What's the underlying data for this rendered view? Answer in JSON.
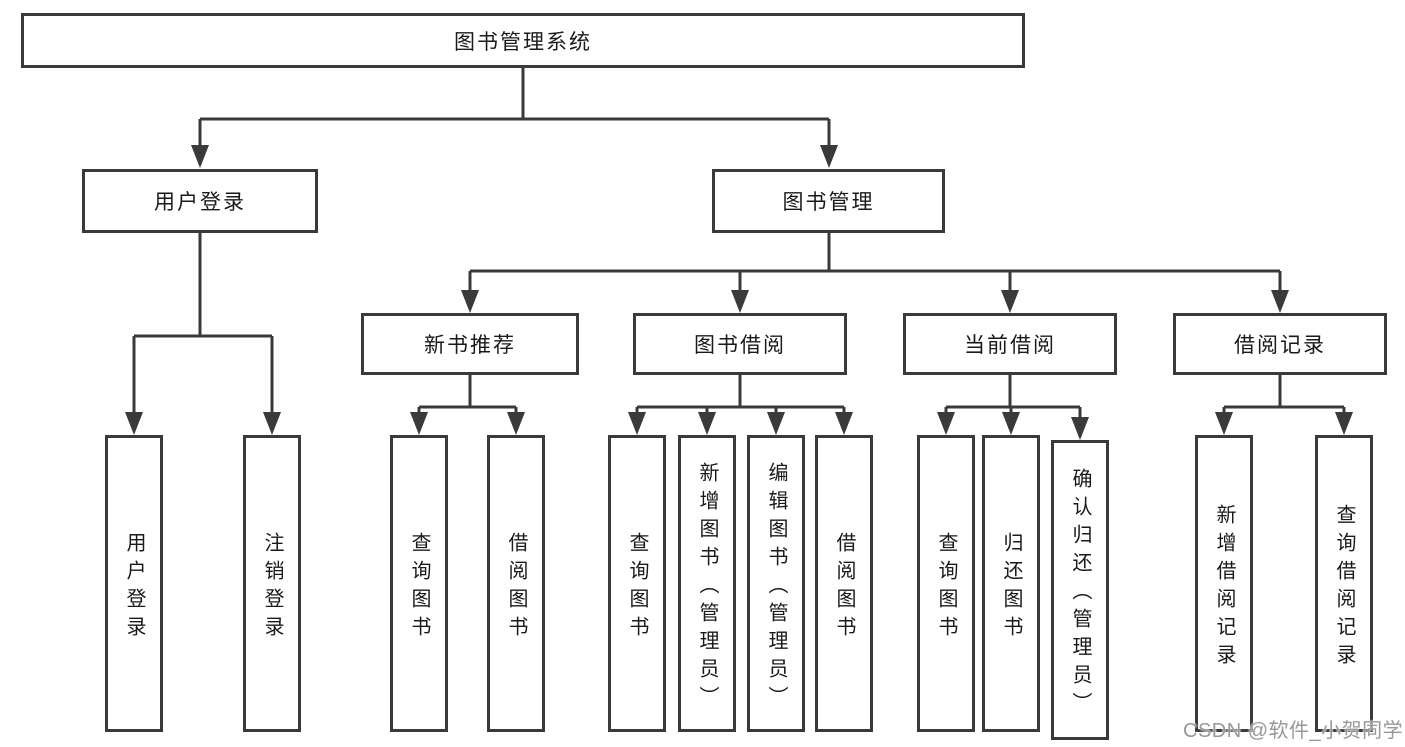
{
  "colors": {
    "line": "#3a3a3a",
    "text": "#1a1a1a",
    "box_bg": "#ffffff",
    "watermark": "#97989b"
  },
  "tree": {
    "root": {
      "label": "图书管理系统"
    },
    "branches": [
      {
        "label": "用户登录",
        "children": [
          {
            "label": "用户登录"
          },
          {
            "label": "注销登录"
          }
        ]
      },
      {
        "label": "图书管理",
        "children": [
          {
            "label": "新书推荐",
            "children": [
              {
                "label": "查询图书"
              },
              {
                "label": "借阅图书"
              }
            ]
          },
          {
            "label": "图书借阅",
            "children": [
              {
                "label": "查询图书"
              },
              {
                "label": "新增图书（管理员）"
              },
              {
                "label": "编辑图书（管理员）"
              },
              {
                "label": "借阅图书"
              }
            ]
          },
          {
            "label": "当前借阅",
            "children": [
              {
                "label": "查询图书"
              },
              {
                "label": "归还图书"
              },
              {
                "label": "确认归还（管理员）"
              }
            ]
          },
          {
            "label": "借阅记录",
            "children": [
              {
                "label": "新增借阅记录"
              },
              {
                "label": "查询借阅记录"
              }
            ]
          }
        ]
      }
    ]
  },
  "watermark": {
    "text": "CSDN @软件_小贺同学"
  }
}
